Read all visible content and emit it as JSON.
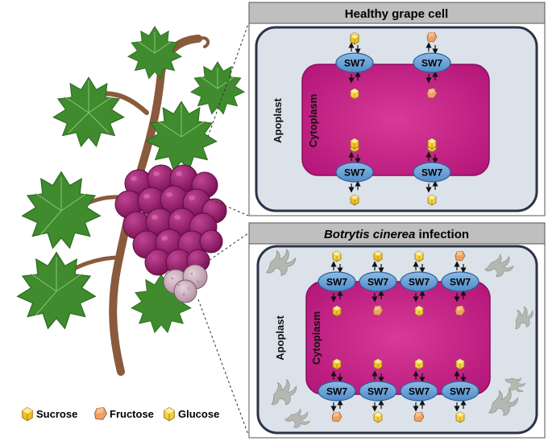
{
  "panels": {
    "healthy": {
      "title": "Healthy grape cell"
    },
    "infection": {
      "title_species": "Botrytis cinerea",
      "title_rest": " infection"
    }
  },
  "labels": {
    "apoplast": "Apoplast",
    "cytoplasm": "Cytoplasm",
    "transporter": "SW7"
  },
  "legend": [
    {
      "label": "Sucrose",
      "icon": "sucrose-icon"
    },
    {
      "label": "Fructose",
      "icon": "fructose-icon"
    },
    {
      "label": "Glucose",
      "icon": "glucose-icon"
    }
  ],
  "colors": {
    "cytoplasm": "#c0207f",
    "cell_wall": "#2c3346",
    "apoplast": "#dbe2ea",
    "transporter": "#5f9bd5",
    "header": "#bfbfbf",
    "grape": "#96186a",
    "leaf": "#3f8b2e",
    "stem": "#8a5a3c",
    "sucrose": "#f0c020",
    "fructose": "#f0a060",
    "glucose": "#f5d040",
    "fungus": "#b4b8b0"
  }
}
